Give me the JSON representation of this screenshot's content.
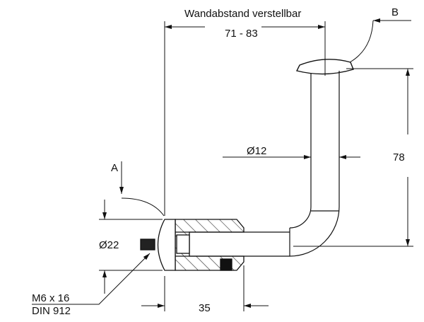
{
  "labels": {
    "wall_distance_title": "Wandabstand verstellbar",
    "wall_distance_value": "71 - 83",
    "height_value": "78",
    "tube_diameter": "Ø12",
    "holder_diameter": "Ø22",
    "holder_length": "35",
    "screw_size": "M6 x 16",
    "screw_standard": "DIN 912",
    "view_a": "A",
    "view_b": "B"
  },
  "colors": {
    "line": "#111111",
    "background": "#ffffff"
  }
}
